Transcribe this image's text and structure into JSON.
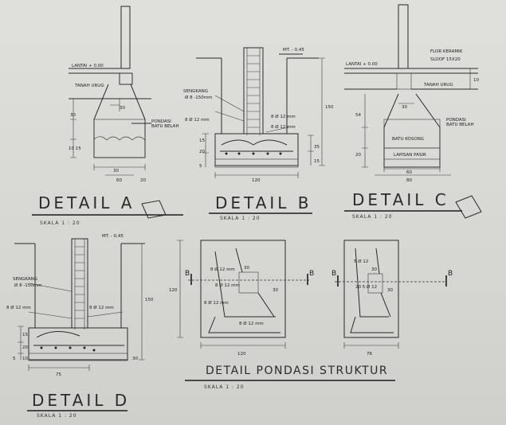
{
  "details": {
    "a": {
      "title": "DETAIL A",
      "scale": "SKALA  1 : 20",
      "labels": {
        "wall_bottom": "LANTAI + 0.00",
        "soil": "TANAH URUG",
        "foundation_1": "PONDASI",
        "foundation_2": "BATU BELAH"
      },
      "dims": {
        "d1": "30",
        "d2": "30",
        "d3": "10 15",
        "d4": "30",
        "d5": "60",
        "d6": "20"
      }
    },
    "b": {
      "title": "DETAIL B",
      "scale": "SKALA  1 : 20",
      "labels": {
        "level": "MT. - 0,45",
        "stirrup": "SENGKANG",
        "stirrup_spec": "Ø 8 -150mm",
        "rebar_left": "8 Ø 12 mm",
        "rebar_right": "8 Ø 12 mm",
        "rebar_bottom": "8 Ø 12 mm"
      },
      "dims": {
        "height": "150",
        "width": "120",
        "d1": "35",
        "d2": "15",
        "d3": "5",
        "d4": "15",
        "d5": "20"
      }
    },
    "c": {
      "title": "DETAIL C",
      "scale": "SKALA  1 : 20",
      "labels": {
        "floor": "LANTAI + 0.00",
        "tile": "FLOR KERAMIK",
        "sloof": "SLOOF 15X20",
        "soil": "TANAH URUG",
        "foundation_1": "PONDASI",
        "foundation_2": "BATU BELAH",
        "stone": "BATU KOSONG",
        "sand": "LAPISAN PASIR"
      },
      "dims": {
        "d1": "30",
        "d2": "54",
        "d3": "20",
        "d4": "60",
        "d5": "80",
        "d6": "10"
      }
    },
    "d": {
      "title": "DETAIL D",
      "scale": "SKALA  1 : 20",
      "labels": {
        "level": "MT. - 0,45",
        "stirrup": "SENGKANG",
        "stirrup_spec": "Ø 8 -150mm",
        "rebar_left": "8 Ø 12 mm",
        "rebar_right": "8 Ø 12 mm"
      },
      "dims": {
        "height": "150",
        "width": "75",
        "d1": "20",
        "d2": "10",
        "d3": "15",
        "d4": "5",
        "d5": "30"
      }
    }
  },
  "pondasi": {
    "title": "DETAIL PONDASI STRUKTUR",
    "scale": "SKALA  1 : 20",
    "plan1": {
      "cut": "B",
      "width": "120",
      "height": "120",
      "col": "30",
      "c1": "8 Ø 12 mm",
      "c2": "8 Ø 12 mm",
      "c3": "8 Ø 12 mm",
      "c4": "8 Ø 12 mm",
      "side": "30"
    },
    "plan2": {
      "cut": "B",
      "width": "76",
      "c1": "5 Ø 12",
      "c2": "20 5 Ø 12",
      "side": "30",
      "col": "30"
    }
  }
}
